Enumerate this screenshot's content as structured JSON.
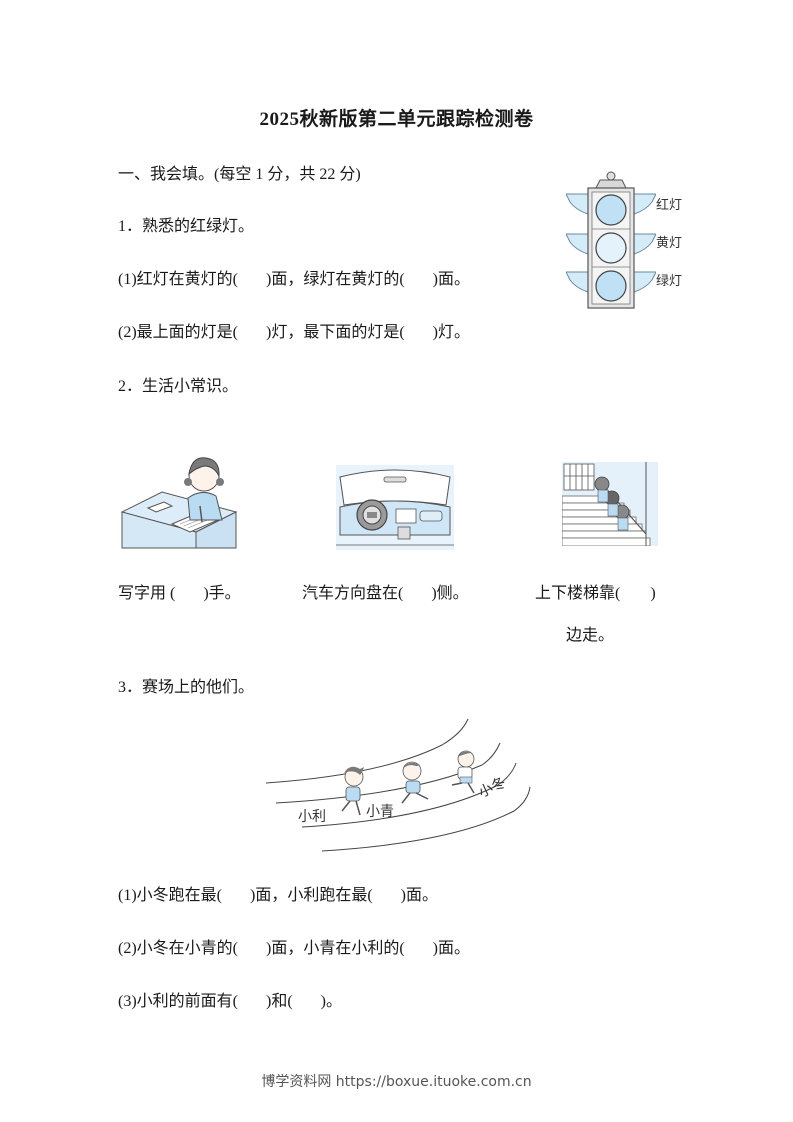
{
  "document": {
    "title": "2025秋新版第二单元跟踪检测卷",
    "section_one": {
      "heading": "一、我会填。(每空 1 分，共 22 分)"
    },
    "q1": {
      "title": "1．熟悉的红绿灯。",
      "traffic_light": {
        "labels": [
          "红灯",
          "黄灯",
          "绿灯"
        ],
        "colors": {
          "body": "#e8e8e8",
          "light_fill": "#bfe0f5",
          "wing": "#d4ebf8",
          "stroke": "#4a4a4a"
        }
      },
      "items": [
        {
          "prefix": "(1)红灯在黄灯的(",
          "mid": ")面，绿灯在黄灯的(",
          "suffix": ")面。"
        },
        {
          "prefix": "(2)最上面的灯是(",
          "mid": ")灯，最下面的灯是(",
          "suffix": ")灯。"
        }
      ]
    },
    "q2": {
      "title": "2．生活小常识。",
      "images": [
        "girl-writing-at-desk",
        "car-dashboard-steering-wheel",
        "children-on-stairs"
      ],
      "items": [
        {
          "prefix": "写字用 (",
          "suffix": ")手。"
        },
        {
          "prefix": "汽车方向盘在(",
          "suffix": ")侧。"
        },
        {
          "prefix": "上下楼梯靠(",
          "suffix": ")",
          "continuation": "边走。"
        }
      ]
    },
    "q3": {
      "title": "3．赛场上的他们。",
      "runners": [
        "小利",
        "小青",
        "小冬"
      ],
      "items": [
        {
          "prefix": "(1)小冬跑在最(",
          "mid": ")面，小利跑在最(",
          "suffix": ")面。"
        },
        {
          "prefix": "(2)小冬在小青的(",
          "mid": ")面，小青在小利的(",
          "suffix": ")面。"
        },
        {
          "prefix": "(3)小利的前面有(",
          "mid": ")和(",
          "suffix": ")。"
        }
      ]
    },
    "footer": "博学资料网 https://boxue.ituoke.com.cn"
  }
}
